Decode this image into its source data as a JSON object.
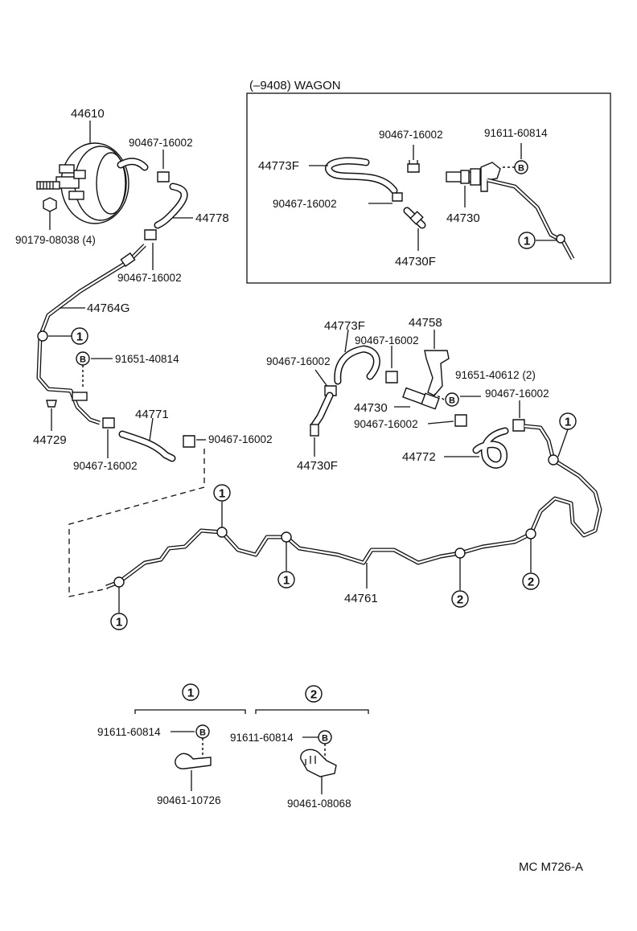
{
  "box_title": "(–9408) WAGON",
  "drawing_code": "MC M726-A",
  "labels": {
    "booster": "44610",
    "booster_clamp": "90467-16002",
    "booster_hose": "44778",
    "booster_nut": "90179-08038 (4)",
    "hose_clamp_lower": "90467-16002",
    "tube_44764g": "44764G",
    "bolt_b_left": "91651-40814",
    "check_valve_left": "44729",
    "hose_44771": "44771",
    "clamp_44771_right": "90467-16002",
    "clamp_44771_left": "90467-16002",
    "wagon_hose": "44773F",
    "wagon_clamp_top": "90467-16002",
    "wagon_bolt": "91611-60814",
    "wagon_clamp_mid": "90467-16002",
    "wagon_valve": "44730",
    "wagon_valve_f": "44730F",
    "mid_hose": "44773F",
    "mid_bracket": "44758",
    "mid_clamp_top": "90467-16002",
    "mid_clamp_left": "90467-16002",
    "mid_bolt": "91651-40612 (2)",
    "mid_valve": "44730",
    "mid_clamp_right": "90467-16002",
    "mid_clamp_low": "90467-16002",
    "mid_valve_f": "44730F",
    "hose_44772": "44772",
    "main_tube": "44761",
    "detail1_bolt": "91611-60814",
    "detail1_clamp": "90461-10726",
    "detail2_bolt": "91611-60814",
    "detail2_clamp": "90461-08068"
  },
  "markers": {
    "one": "1",
    "two": "2",
    "b": "B"
  }
}
